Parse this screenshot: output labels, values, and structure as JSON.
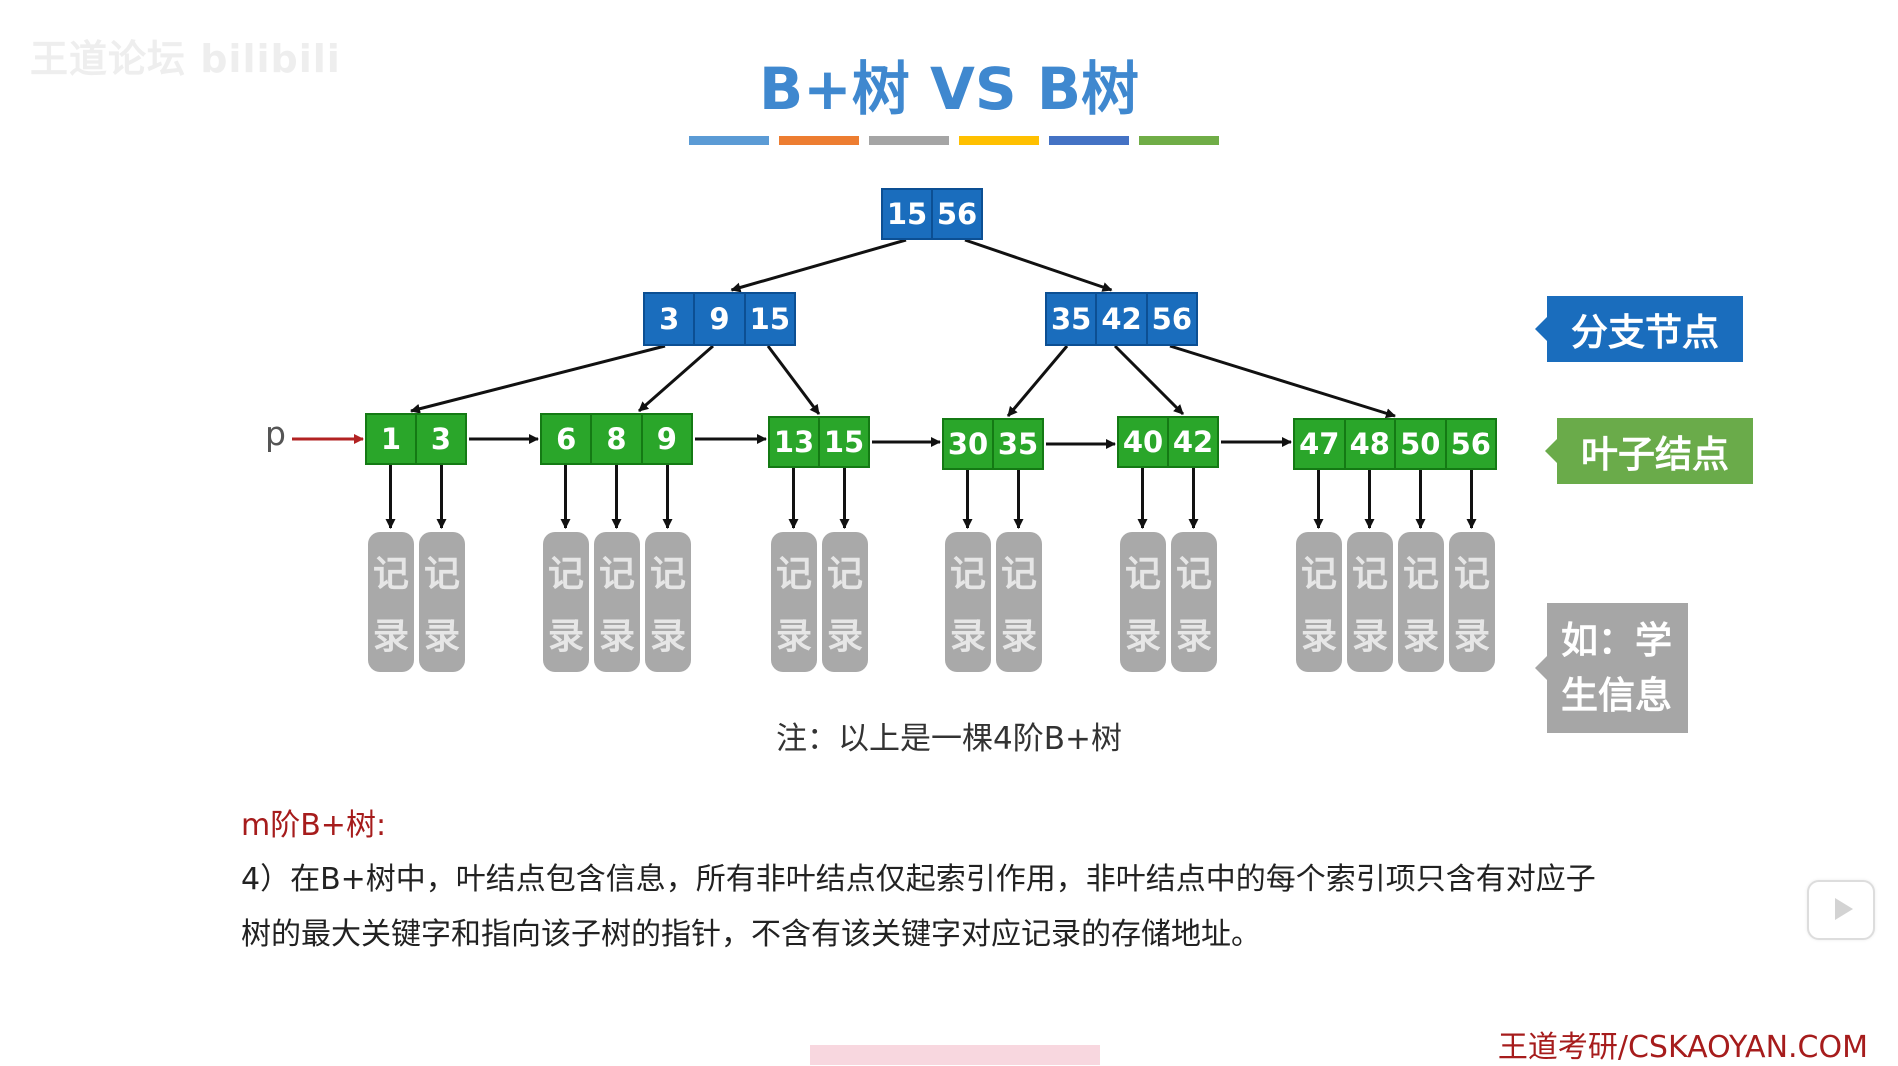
{
  "header": {
    "watermark": "王道论坛 bilibili",
    "title": "B+树 VS B树",
    "color_bar": [
      "#5b9bd5",
      "#ed7d31",
      "#a5a5a5",
      "#ffc000",
      "#4472c4",
      "#70ad47"
    ]
  },
  "tree": {
    "root": [
      "15",
      "56"
    ],
    "branches": [
      [
        "3",
        "9",
        "15"
      ],
      [
        "35",
        "42",
        "56"
      ]
    ],
    "leaves": [
      [
        "1",
        "3"
      ],
      [
        "6",
        "8",
        "9"
      ],
      [
        "13",
        "15"
      ],
      [
        "30",
        "35"
      ],
      [
        "40",
        "42"
      ],
      [
        "47",
        "48",
        "50",
        "56"
      ]
    ],
    "record_text": [
      "记",
      "录"
    ],
    "pointer_label": "p"
  },
  "labels": {
    "branch": "分支节点",
    "leaf": "叶子结点",
    "record_example_line1": "如：学",
    "record_example_line2": "生信息"
  },
  "colors": {
    "branch_fill": "#1a6dbd",
    "leaf_fill": "#2aa62a",
    "record_fill": "#a9a9a9",
    "branch_label": "#1a6dbd",
    "leaf_label": "#6aab4a",
    "example_label": "#a6a6a6",
    "pointer_arrow": "#b22222"
  },
  "note": "注：以上是一棵4阶B+树",
  "section": {
    "title": "m阶B+树:",
    "line1": "4）在B+树中，叶结点包含信息，所有非叶结点仅起索引作用，非叶结点中的每个索引项只含有对应子",
    "line2": "树的最大关键字和指向该子树的指针，不含有该关键字对应记录的存储地址。"
  },
  "footer": "王道考研/CSKAOYAN.COM"
}
